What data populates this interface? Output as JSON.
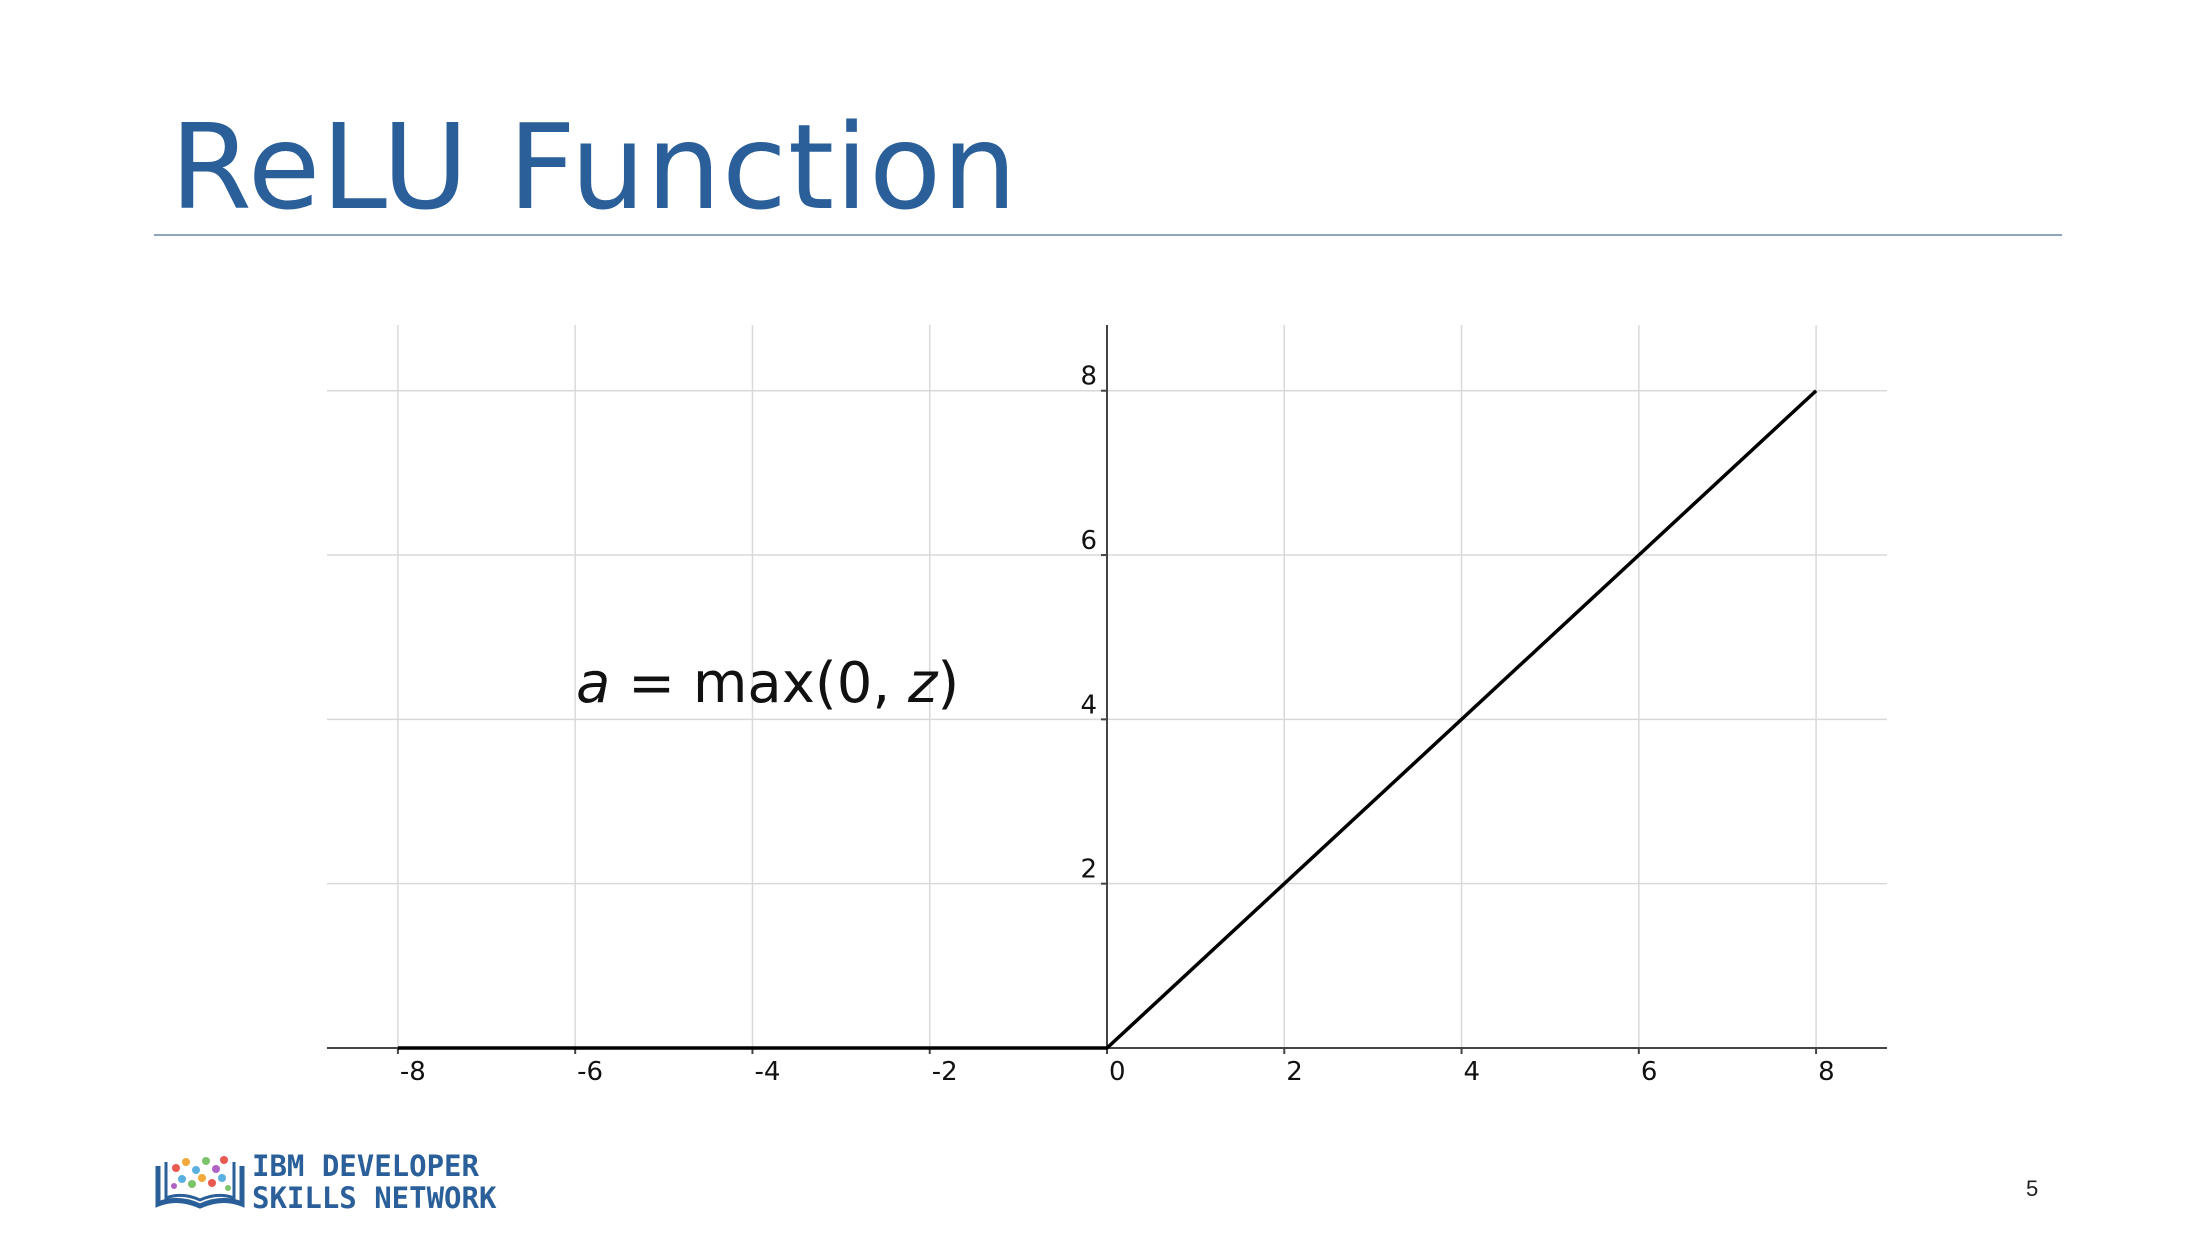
{
  "slide": {
    "title": "ReLU Function",
    "page_number": "5"
  },
  "logo": {
    "line1": "IBM DEVELOPER",
    "line2": "SKILLS NETWORK",
    "icon": "book-dots-icon"
  },
  "formula": {
    "a": "a",
    "rest": " = max(0, ",
    "z": "z",
    "close": ")"
  },
  "colors": {
    "title": "#2a5f99",
    "line": "#000000",
    "grid": "#d9d9d9",
    "axis": "#444444"
  },
  "chart_data": {
    "type": "line",
    "title": "",
    "xlabel": "",
    "ylabel": "",
    "xlim": [
      -8.8,
      8.8
    ],
    "ylim": [
      0,
      8.8
    ],
    "x_ticks": [
      -8,
      -6,
      -4,
      -2,
      0,
      2,
      4,
      6,
      8
    ],
    "y_ticks": [
      2,
      4,
      6,
      8
    ],
    "grid": true,
    "legend": "none",
    "series": [
      {
        "x": [
          -8,
          0,
          8
        ],
        "y": [
          0,
          0,
          8
        ]
      }
    ]
  }
}
